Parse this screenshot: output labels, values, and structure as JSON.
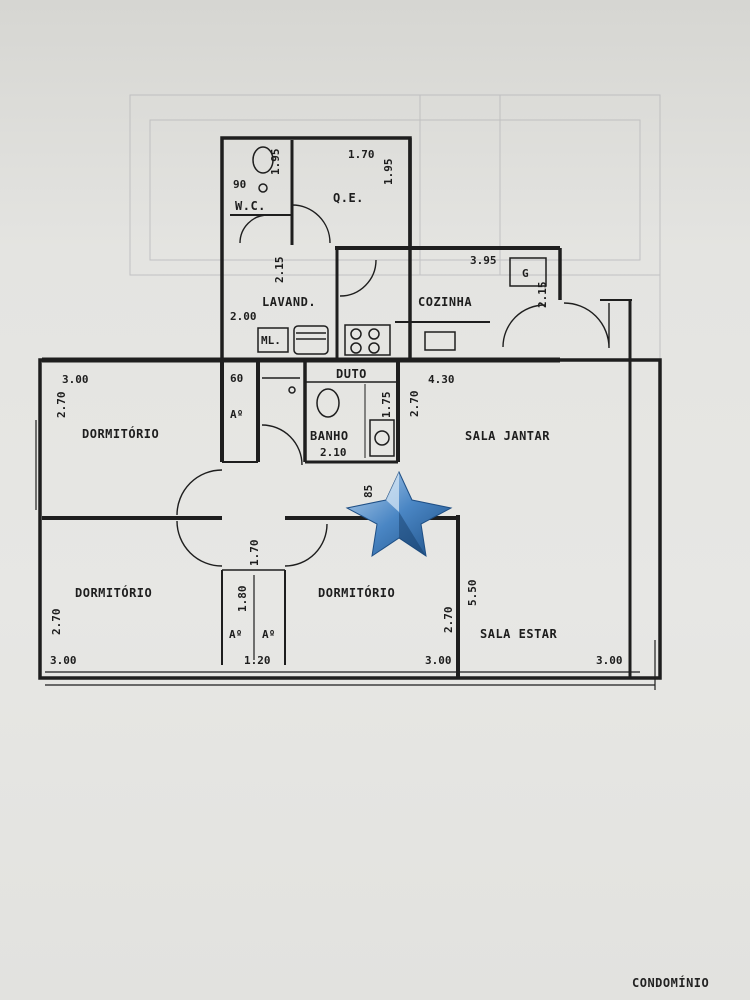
{
  "rooms": {
    "wc": "W.C.",
    "qe": "Q.E.",
    "lavand": "LAVAND.",
    "cozinha": "COZINHA",
    "duto": "DUTO",
    "banho": "BANHO",
    "sala_jantar": "SALA  JANTAR",
    "sala_estar": "SALA  ESTAR",
    "dormitorio_1": "DORMITÓRIO",
    "dormitorio_2": "DORMITÓRIO",
    "dormitorio_3": "DORMITÓRIO"
  },
  "fixtures": {
    "ml": "ML.",
    "g": "G",
    "armario_1": "Aº",
    "armario_2": "Aº",
    "armario_3": "Aº"
  },
  "dimensions": {
    "wc_width": "90",
    "wc_depth": "1.95",
    "qe_width": "1.70",
    "qe_depth": "1.95",
    "lavand_depth": "2.15",
    "lavand_width": "2.00",
    "cozinha_width": "3.95",
    "cozinha_depth": "2.15",
    "dorm1_width": "3.00",
    "dorm1_depth": "2.70",
    "closet_width": "60",
    "duto_depth": "1.75",
    "banho_width": "2.10",
    "sala_jantar_depth": "2.70",
    "sala_jantar_width": "4.30",
    "hall_width": "85",
    "corridor_depth": "1.70",
    "armario_depth": "1.80",
    "armario_width": "1.20",
    "dorm2_depth": "2.70",
    "dorm2_width": "3.00",
    "dorm3_depth": "2.70",
    "dorm3_width": "3.00",
    "sala_estar_depth": "5.50",
    "sala_estar_width": "3.00"
  },
  "notes": {
    "footer": "CONDOMÍNIO"
  }
}
